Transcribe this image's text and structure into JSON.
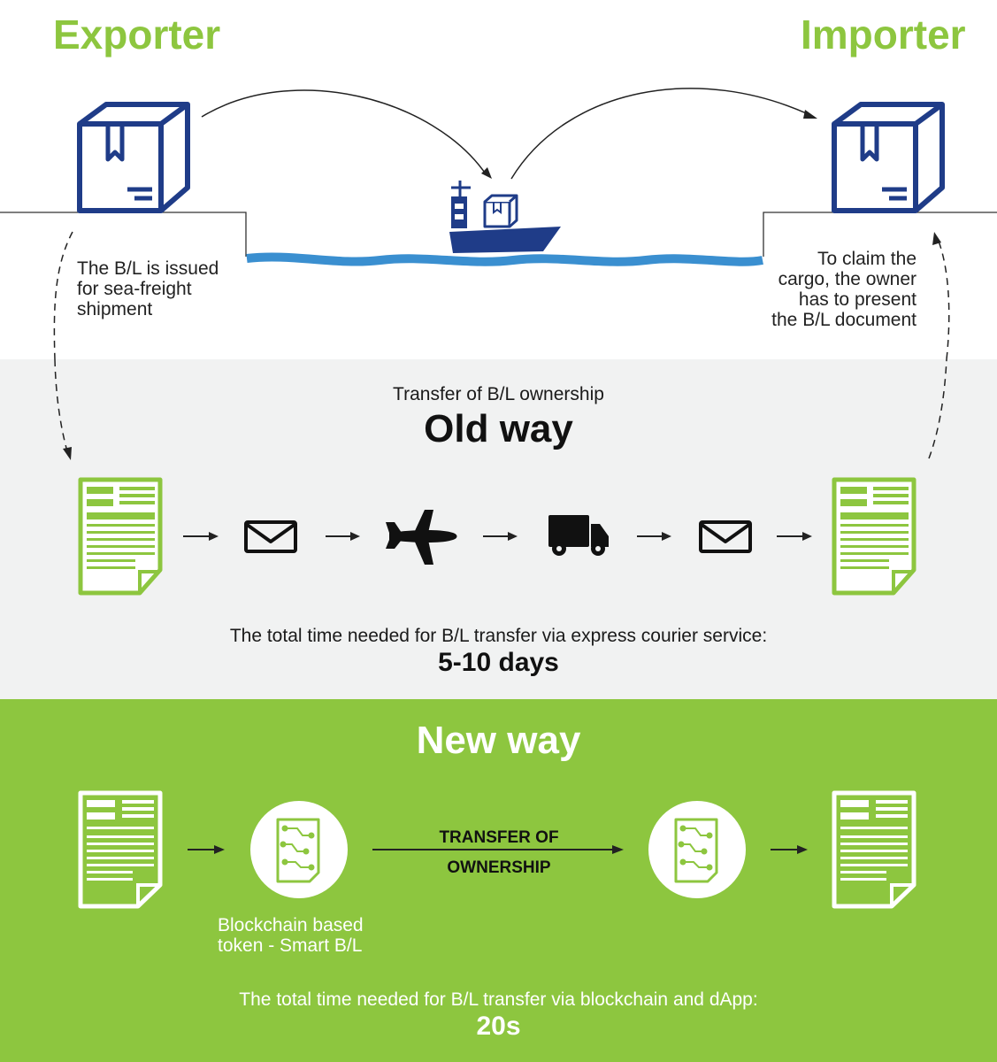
{
  "header": {
    "exporter": "Exporter",
    "importer": "Importer"
  },
  "notes": {
    "issued_line1": "The B/L is issued",
    "issued_line2": "for sea-freight",
    "issued_line3": "shipment",
    "claim_line1": "To claim the",
    "claim_line2": "cargo, the owner",
    "claim_line3": "has to present",
    "claim_line4": "the B/L document"
  },
  "old_way": {
    "subtitle": "Transfer of B/L ownership",
    "title": "Old way",
    "time_label": "The total time needed for B/L transfer via express courier service:",
    "time_value": "5-10 days",
    "steps": [
      "document-icon",
      "envelope-icon",
      "airplane-icon",
      "truck-icon",
      "envelope-icon",
      "document-icon"
    ]
  },
  "new_way": {
    "title": "New way",
    "transfer_line1": "TRANSFER OF",
    "transfer_line2": "OWNERSHIP",
    "token_line1": "Blockchain based",
    "token_line2": "token - Smart B/L",
    "time_label": "The total time needed for B/L transfer via blockchain and dApp:",
    "time_value": "20s"
  },
  "colors": {
    "green": "#8dc63f",
    "navy": "#1f3c88",
    "sea": "#3a8fd0",
    "grey_band": "#f1f2f2"
  }
}
